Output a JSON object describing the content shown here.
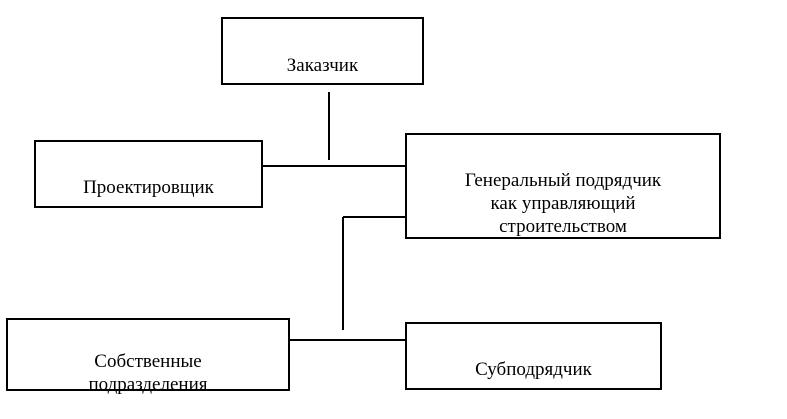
{
  "diagram": {
    "nodes": {
      "customer": "Заказчик",
      "designer": "Проектировщик",
      "general_contractor": "Генеральный подрядчик\nкак управляющий\nстроительством",
      "own_divisions": "Собственные\nподразделения",
      "subcontractor": "Субподрядчик"
    },
    "line_color": "#000000"
  }
}
